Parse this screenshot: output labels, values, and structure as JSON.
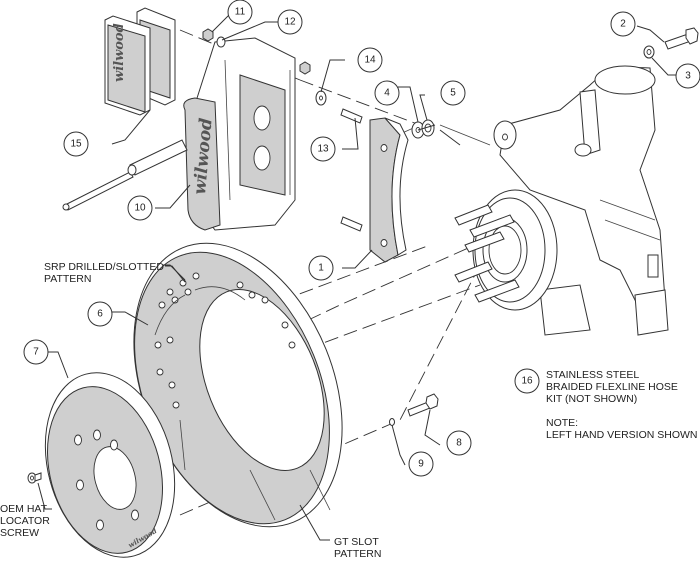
{
  "diagram": {
    "type": "exploded-parts-view",
    "brand_logo": "wilwood",
    "callouts": [
      {
        "id": "c1",
        "number": "1"
      },
      {
        "id": "c2",
        "number": "2"
      },
      {
        "id": "c3",
        "number": "3"
      },
      {
        "id": "c4",
        "number": "4"
      },
      {
        "id": "c5",
        "number": "5"
      },
      {
        "id": "c6",
        "number": "6"
      },
      {
        "id": "c7",
        "number": "7"
      },
      {
        "id": "c8",
        "number": "8"
      },
      {
        "id": "c9",
        "number": "9"
      },
      {
        "id": "c10",
        "number": "10"
      },
      {
        "id": "c11",
        "number": "11"
      },
      {
        "id": "c12",
        "number": "12"
      },
      {
        "id": "c13",
        "number": "13"
      },
      {
        "id": "c14",
        "number": "14"
      },
      {
        "id": "c15",
        "number": "15"
      },
      {
        "id": "c16",
        "number": "16"
      }
    ],
    "labels": {
      "srp_pattern": [
        "SRP DRILLED/SLOTTED",
        "PATTERN"
      ],
      "gt_slot_pattern": [
        "GT SLOT",
        "PATTERN"
      ],
      "oem_hat_screw": [
        "OEM HAT",
        "LOCATOR",
        "SCREW"
      ],
      "hose_kit": [
        "STAINLESS STEEL",
        "BRAIDED FLEXLINE HOSE",
        "KIT (NOT SHOWN)"
      ],
      "note_title": "NOTE:",
      "note_body": "LEFT HAND VERSION SHOWN"
    }
  }
}
